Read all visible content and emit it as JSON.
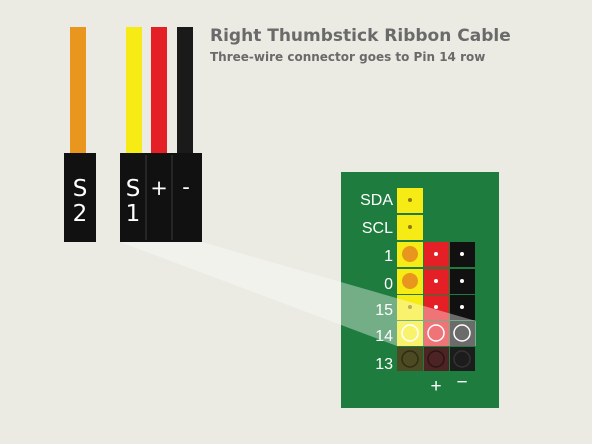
{
  "header": {
    "title": "Right Thumbstick Ribbon Cable",
    "subtitle": "Three-wire connector goes to Pin 14 row"
  },
  "connectors": {
    "s2": {
      "line1": "S",
      "line2": "2"
    },
    "s1": {
      "line1": "S",
      "line2": "1"
    },
    "plus": "+",
    "minus": "-"
  },
  "board": {
    "rows": {
      "sda": "SDA",
      "scl": "SCL",
      "r1": "1",
      "r0": "0",
      "r15": "15",
      "r14": "14",
      "r13": "13"
    },
    "bottom_plus": "+",
    "bottom_minus": "−"
  },
  "colors": {
    "background": "#ebeae3",
    "board": "#1e7d3e",
    "wire_orange": "#e8961e",
    "wire_yellow": "#f6eb14",
    "wire_red": "#e41f26",
    "wire_black": "#1a1a1a",
    "housing": "#111111"
  }
}
